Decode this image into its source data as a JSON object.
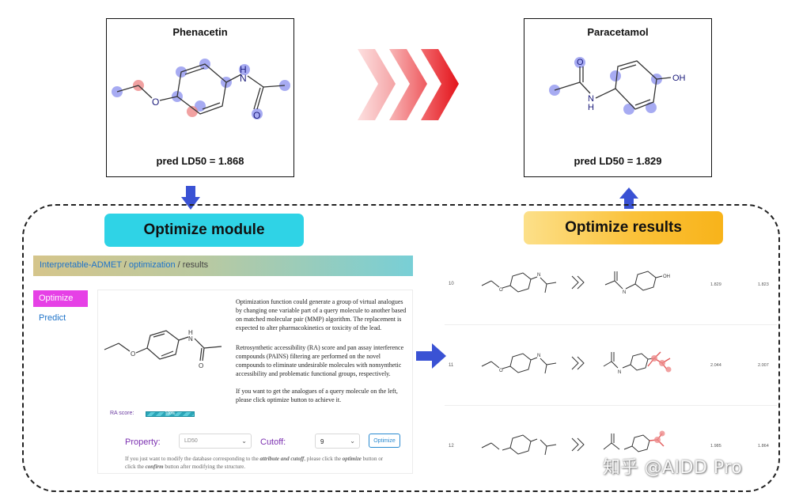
{
  "source_molecule": {
    "name": "Phenacetin",
    "prediction": "pred LD50 = 1.868"
  },
  "target_molecule": {
    "name": "Paracetamol",
    "prediction": "pred LD50 = 1.829"
  },
  "module_label": "Optimize module",
  "results_label": "Optimize results",
  "breadcrumb": {
    "first": "Interpretable-ADMET",
    "sep1": " / ",
    "second": "optimization",
    "sep2": " / ",
    "third": "results"
  },
  "sidebar": {
    "active": "Optimize",
    "other": "Predict"
  },
  "description": {
    "p1": "Optimization function could generate a group of virtual analogues by changing one variable part of a query molecule to another based on matched molecular pair (MMP) algorithm. The replacement is expected to alter pharmacokinetics or toxicity of the lead.",
    "p2": "Retrosynthetic accessibility (RA) score and pan assay interference compounds (PAINS) filtering are performed on the novel compounds to eliminate undesirable molecules with nonsynthetic accessibility and problematic functional groups, respectively.",
    "p3": "If you want to get the analogues of a query molecule on the left, please click optimize button to achieve it."
  },
  "ra_score": {
    "label": "RA score:",
    "value": "100%"
  },
  "form": {
    "property_label": "Property:",
    "property_value": "LD50",
    "cutoff_label": "Cutoff:",
    "cutoff_value": "9",
    "button": "Optimize"
  },
  "note": {
    "part1": "If you just want to modify the database corresponding to the ",
    "em1": "attribute and cutoff",
    "part2": ", please click the ",
    "em2": "optimize",
    "part3": " button or click the ",
    "em3": "confirm",
    "part4": " button after modifying the structure."
  },
  "results": [
    {
      "id": "10",
      "v1": "1.829",
      "v2": "1.823"
    },
    {
      "id": "11",
      "v1": "2.044",
      "v2": "2.007"
    },
    {
      "id": "12",
      "v1": "1.985",
      "v2": "1.864"
    }
  ],
  "watermark": "知乎 @AIDD Pro",
  "colors": {
    "cyan": "#2fd3e6",
    "amber": "#fbc23a",
    "arrow_red": "#e8242b",
    "arrow_blue": "#3a52d4",
    "atom_blue": "#8a90ee",
    "atom_red": "#ee8a8a"
  }
}
